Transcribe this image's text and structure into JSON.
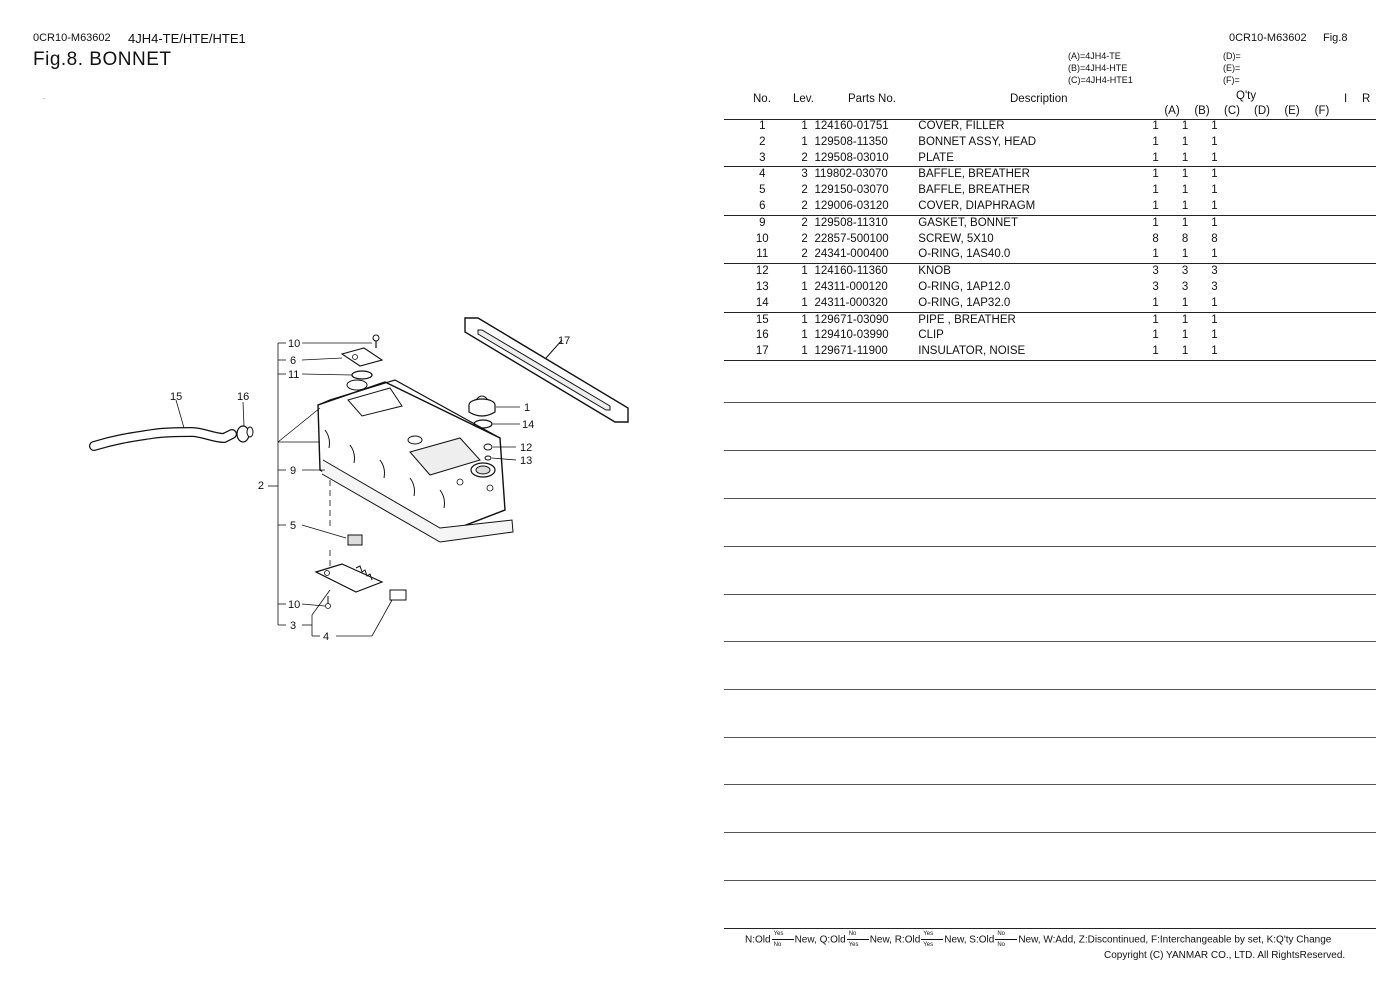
{
  "header": {
    "doc_code": "0CR10-M63602",
    "model": "4JH4-TE/HTE/HTE1",
    "figure_title": "Fig.8.  BONNET",
    "right_doc_code": "0CR10-M63602",
    "right_fig": "Fig.8",
    "dot": "."
  },
  "models": {
    "a": "(A)=4JH4-TE",
    "b": "(B)=4JH4-HTE",
    "c": "(C)=4JH4-HTE1",
    "d": "(D)=",
    "e": "(E)=",
    "f": "(F)="
  },
  "table_header": {
    "no": "No.",
    "lev": "Lev.",
    "parts_no": "Parts No.",
    "description": "Description",
    "qty": "Q'ty",
    "i": "I",
    "r": "R",
    "cols": [
      "(A)",
      "(B)",
      "(C)",
      "(D)",
      "(E)",
      "(F)"
    ]
  },
  "parts": [
    {
      "no": "1",
      "lev": "1",
      "part": "124160-01751",
      "desc": "COVER, FILLER",
      "a": "1",
      "b": "1",
      "c": "1"
    },
    {
      "no": "2",
      "lev": "1",
      "part": "129508-11350",
      "desc": "BONNET ASSY, HEAD",
      "a": "1",
      "b": "1",
      "c": "1"
    },
    {
      "no": "3",
      "lev": "2",
      "part": "129508-03010",
      "desc": "PLATE",
      "a": "1",
      "b": "1",
      "c": "1"
    },
    {
      "no": "4",
      "lev": "3",
      "part": "119802-03070",
      "desc": "BAFFLE, BREATHER",
      "a": "1",
      "b": "1",
      "c": "1"
    },
    {
      "no": "5",
      "lev": "2",
      "part": "129150-03070",
      "desc": "BAFFLE, BREATHER",
      "a": "1",
      "b": "1",
      "c": "1"
    },
    {
      "no": "6",
      "lev": "2",
      "part": "129006-03120",
      "desc": "COVER, DIAPHRAGM",
      "a": "1",
      "b": "1",
      "c": "1"
    },
    {
      "no": "9",
      "lev": "2",
      "part": "129508-11310",
      "desc": "GASKET, BONNET",
      "a": "1",
      "b": "1",
      "c": "1"
    },
    {
      "no": "10",
      "lev": "2",
      "part": "22857-500100",
      "desc": "SCREW, 5X10",
      "a": "8",
      "b": "8",
      "c": "8"
    },
    {
      "no": "11",
      "lev": "2",
      "part": "24341-000400",
      "desc": "O-RING, 1AS40.0",
      "a": "1",
      "b": "1",
      "c": "1"
    },
    {
      "no": "12",
      "lev": "1",
      "part": "124160-11360",
      "desc": "KNOB",
      "a": "3",
      "b": "3",
      "c": "3"
    },
    {
      "no": "13",
      "lev": "1",
      "part": "24311-000120",
      "desc": "O-RING, 1AP12.0",
      "a": "3",
      "b": "3",
      "c": "3"
    },
    {
      "no": "14",
      "lev": "1",
      "part": "24311-000320",
      "desc": "O-RING, 1AP32.0",
      "a": "1",
      "b": "1",
      "c": "1"
    },
    {
      "no": "15",
      "lev": "1",
      "part": "129671-03090",
      "desc": "PIPE , BREATHER",
      "a": "1",
      "b": "1",
      "c": "1"
    },
    {
      "no": "16",
      "lev": "1",
      "part": "129410-03990",
      "desc": "CLIP",
      "a": "1",
      "b": "1",
      "c": "1"
    },
    {
      "no": "17",
      "lev": "1",
      "part": "129671-11900",
      "desc": "INSULATOR, NOISE",
      "a": "1",
      "b": "1",
      "c": "1"
    }
  ],
  "callouts": {
    "c1": "1",
    "c2": "2",
    "c3": "3",
    "c4": "4",
    "c5": "5",
    "c6": "6",
    "c9": "9",
    "c10a": "10",
    "c10b": "10",
    "c11": "11",
    "c12": "12",
    "c13": "13",
    "c14": "14",
    "c15": "15",
    "c16": "16",
    "c17": "17"
  },
  "legend": {
    "n_old": "N:Old",
    "new1": "New, Q:Old",
    "new2": "New, R:Old",
    "new3": "New, S:Old",
    "tail": "New, W:Add, Z:Discontinued, F:Interchangeable by set, K:Q'ty Change",
    "yes": "Yes",
    "no": "No"
  },
  "copyright": "Copyright (C)  YANMAR CO., LTD. All RightsReserved."
}
